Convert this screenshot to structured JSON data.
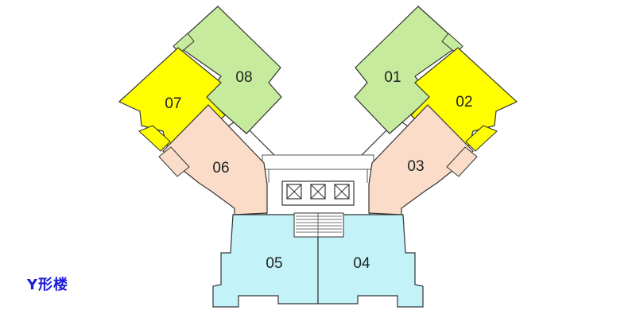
{
  "caption": "Y形楼",
  "colors": {
    "caption": "#1a1adc",
    "green": "#c6eb9c",
    "yellow": "#ffff00",
    "peach": "#fbdcc8",
    "cyan": "#c3f3f8",
    "core": "#ffffff",
    "outline": "#333333"
  },
  "units": [
    {
      "id": "01",
      "label": "01",
      "color": "green"
    },
    {
      "id": "02",
      "label": "02",
      "color": "yellow"
    },
    {
      "id": "03",
      "label": "03",
      "color": "peach"
    },
    {
      "id": "04",
      "label": "04",
      "color": "cyan"
    },
    {
      "id": "05",
      "label": "05",
      "color": "cyan"
    },
    {
      "id": "06",
      "label": "06",
      "color": "peach"
    },
    {
      "id": "07",
      "label": "07",
      "color": "yellow"
    },
    {
      "id": "08",
      "label": "08",
      "color": "green"
    }
  ],
  "icons": {
    "elevator": "elevator-icon",
    "stair": "staircase-icon"
  }
}
